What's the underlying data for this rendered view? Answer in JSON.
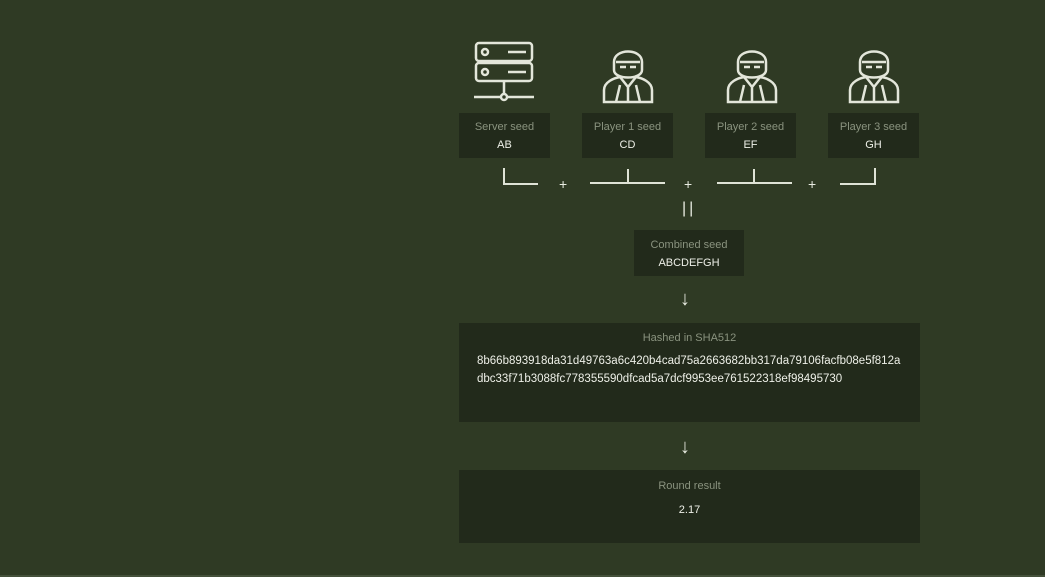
{
  "seeds": [
    {
      "label": "Server seed",
      "value": "AB",
      "icon": "server-icon"
    },
    {
      "label": "Player 1 seed",
      "value": "CD",
      "icon": "player-icon"
    },
    {
      "label": "Player 2 seed",
      "value": "EF",
      "icon": "player-icon"
    },
    {
      "label": "Player 3 seed",
      "value": "GH",
      "icon": "player-icon"
    }
  ],
  "plus": "+",
  "equals": "||",
  "combined": {
    "label": "Combined seed",
    "value": "ABCDEFGH"
  },
  "arrow": "↓",
  "hashed": {
    "label": "Hashed in SHA512",
    "value": "8b66b893918da31d49763a6c420b4cad75a2663682bb317da79106facfb08e5f812adbc33f71b3088fc778355590dfcad5a7dcf9953ee761522318ef98495730"
  },
  "result": {
    "label": "Round result",
    "value": "2.17"
  }
}
